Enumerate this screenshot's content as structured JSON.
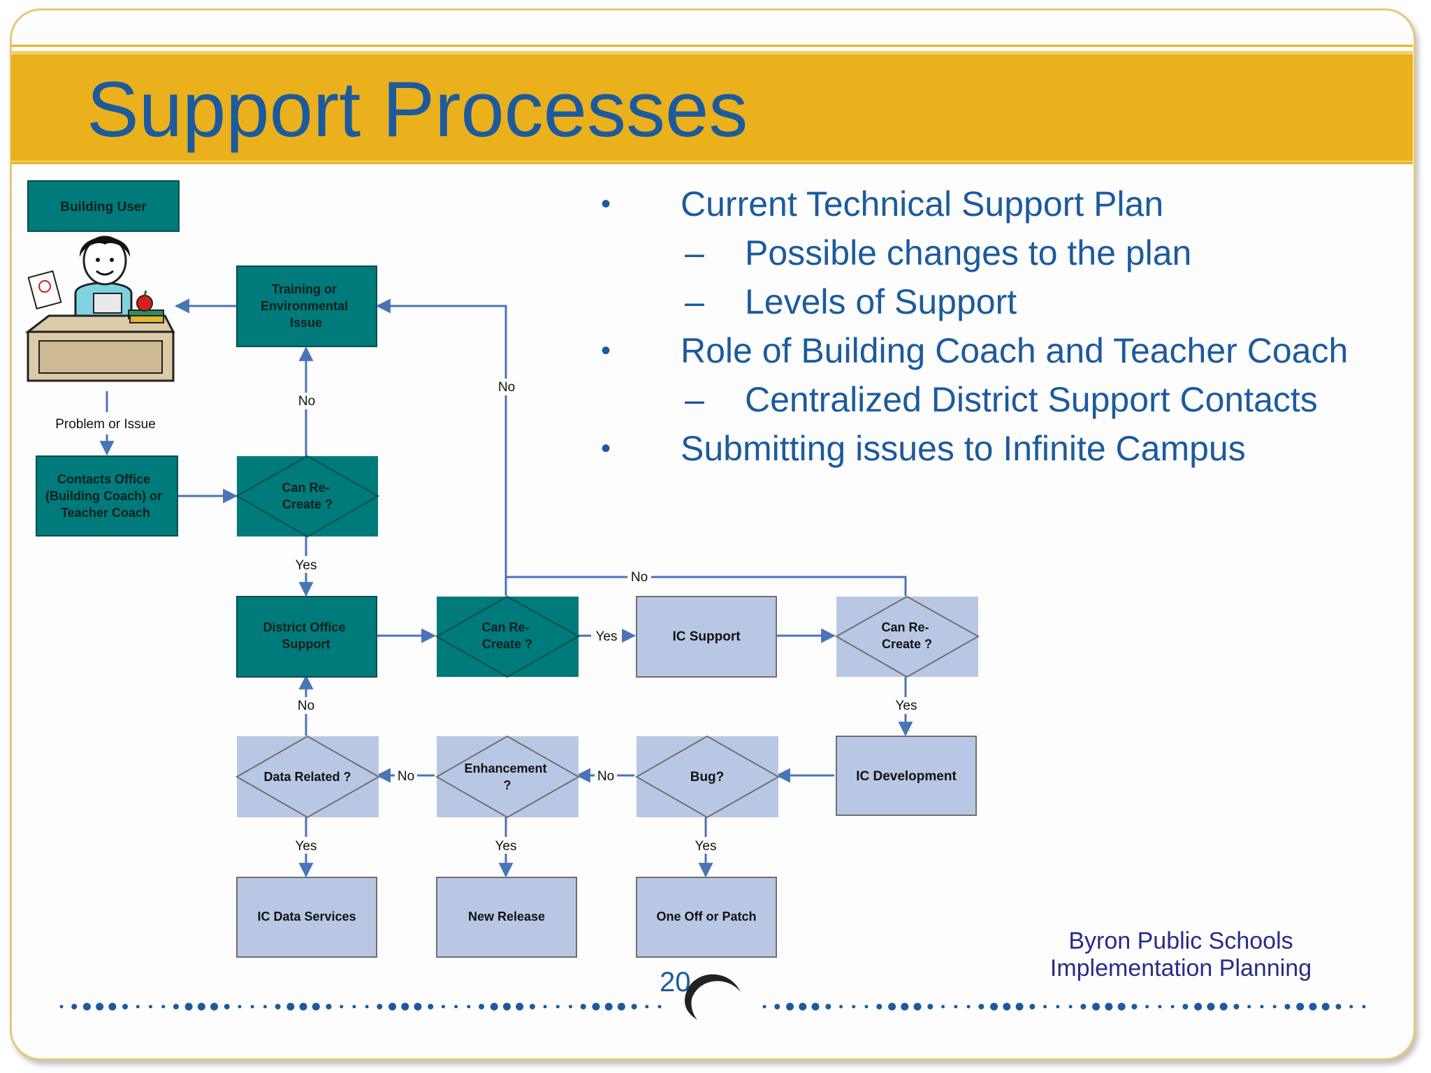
{
  "title": "Support Processes",
  "bullets": [
    {
      "level": 1,
      "mark": "•",
      "text": "Current Technical Support Plan"
    },
    {
      "level": 2,
      "mark": "–",
      "text": "Possible changes to the plan"
    },
    {
      "level": 2,
      "mark": "–",
      "text": "Levels of Support"
    },
    {
      "level": 1,
      "mark": "•",
      "text": "Role of Building Coach and Teacher Coach"
    },
    {
      "level": 2,
      "mark": "–",
      "text": "Centralized District Support Contacts"
    },
    {
      "level": 1,
      "mark": "•",
      "text": "Submitting issues to Infinite Campus"
    }
  ],
  "flowchart": {
    "building_user": "Building User",
    "problem_label": "Problem or Issue",
    "contacts_office": [
      "Contacts Office",
      "(Building Coach) or",
      "Teacher Coach"
    ],
    "training_issue": [
      "Training or",
      "Environmental",
      "Issue"
    ],
    "can_recreate_1": [
      "Can Re-",
      "Create ?"
    ],
    "district_support": [
      "District Office",
      "Support"
    ],
    "can_recreate_2": [
      "Can Re-",
      "Create ?"
    ],
    "ic_support": "IC Support",
    "can_recreate_3": [
      "Can Re-",
      "Create ?"
    ],
    "ic_development": "IC Development",
    "bug": "Bug?",
    "enhancement": [
      "Enhancement",
      "?"
    ],
    "data_related": "Data Related ?",
    "ic_data_services": "IC Data Services",
    "new_release": "New Release",
    "one_off_patch": "One Off or Patch",
    "yes": "Yes",
    "no": "No"
  },
  "footer": {
    "line1": "Byron Public Schools",
    "line2": "Implementation Planning"
  },
  "page_number": "20",
  "colors": {
    "title": "#1c5a9e",
    "band": "#eab11d",
    "teal": "#007a7a",
    "light_box": "#b8c8e4",
    "connector": "#4a74b8"
  }
}
